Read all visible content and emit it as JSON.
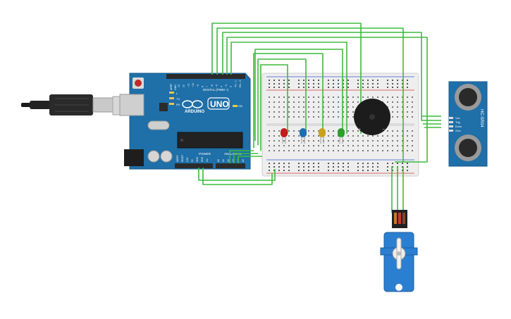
{
  "arduino": {
    "brand": "ARDUINO",
    "model": "UNO",
    "digital_label": "DIGITAL (PWM ~)",
    "power_label": "POWER",
    "analog_label": "ANALOG IN",
    "tx_label": "TX",
    "rx_label": "RX",
    "l_label": "L",
    "on_label": "ON",
    "aref_label": "AREF",
    "gnd_label": "GND",
    "digital_pins": [
      "13",
      "12",
      "~11",
      "~10",
      "~9",
      "8",
      "7",
      "~6",
      "~5",
      "4",
      "~3",
      "2",
      "TX→1",
      "RX←0"
    ],
    "power_pins": [
      "IOREF",
      "RESET",
      "3.3V",
      "5V",
      "GND",
      "GND",
      "Vin"
    ],
    "analog_pins": [
      "A0",
      "A1",
      "A2",
      "A3",
      "A4",
      "A5"
    ]
  },
  "sensor": {
    "model": "HC-SR04",
    "pins": [
      "Vcc",
      "Trig",
      "Echo",
      "Gnd"
    ]
  },
  "buzzer": {
    "plus": "+",
    "minus": "−"
  },
  "leds": [
    {
      "name": "red",
      "color": "#c41a1a"
    },
    {
      "name": "blue",
      "color": "#1a6fb3"
    },
    {
      "name": "yellow",
      "color": "#c9a21a"
    },
    {
      "name": "green",
      "color": "#2aa02a"
    }
  ],
  "colors": {
    "board": "#1f6fa8",
    "board_edge": "#175a8c",
    "wire": "#3dbb3d",
    "breadboard": "#ececec",
    "rail_red": "#d23b3b",
    "rail_blue": "#3a5bd1",
    "servo": "#2b7fd1",
    "header": "#2b2b2b"
  }
}
